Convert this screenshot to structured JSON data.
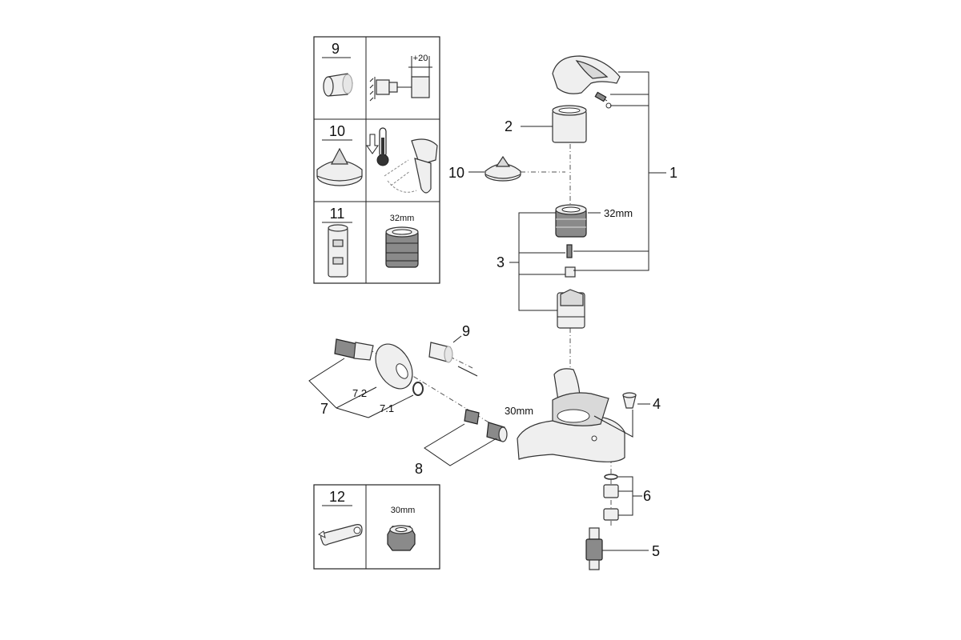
{
  "labels": {
    "p1": "1",
    "p2": "2",
    "p3": "3",
    "p4": "4",
    "p5": "5",
    "p6": "6",
    "p7": "7",
    "p7_1": "7.1",
    "p7_2": "7.2",
    "p8": "8",
    "p9": "9",
    "p10": "10"
  },
  "dims": {
    "cartridge_32": "32mm",
    "nut_30": "30mm"
  },
  "inset_table": {
    "row9": {
      "number": "9",
      "dim": "+20"
    },
    "row10": {
      "number": "10"
    },
    "row11": {
      "number": "11",
      "dim": "32mm"
    }
  },
  "inset_tool": {
    "number": "12",
    "dim": "30mm"
  },
  "icons": [
    "extension-icon",
    "thermometer-icon",
    "lever-limit-icon",
    "wrench-icon"
  ]
}
